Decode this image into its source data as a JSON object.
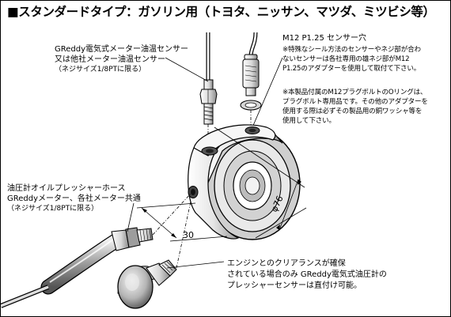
{
  "title": "■スタンダードタイプ：ガソリン用（トヨタ、ニッサン、マツダ、ミツビシ等）",
  "oil_temp_sensor": {
    "line1": "GReddy電気式メーター油温センサー",
    "line2": "又は他社メーター油温センサー",
    "line3": "（ネジサイズ1/8PTに限る）"
  },
  "sensor_hole": {
    "heading": "M12 P1.25 センサー穴",
    "lines": [
      "※特殊なシール方法のセンサーやネジ部が合わ",
      "ないセンサーは各社専用の雄ネジ部がM12",
      "P1.25のアダプターを使用して取付て下さい。"
    ]
  },
  "plug_note": {
    "lines": [
      "※本製品付属のM12プラグボルトのOリングは、",
      "プラグボルト専用品です。その他のアダプターを",
      "使用する際は必ずその製品用の銅ワッシャ等を",
      "使用して下さい。"
    ]
  },
  "pressure_hose": {
    "line1": "油圧計オイルプレッシャーホース",
    "line2": "GReddyメーター、各社メーター共通",
    "line3": "（ネジサイズ1/8PTに限る）"
  },
  "clearance_note": {
    "line1": "エンジンとのクリアランスが確保",
    "line2": "されている場合のみ GReddy電気式油圧計の",
    "line3": "プレッシャーセンサーは直付け可能。"
  },
  "dimensions": {
    "diameter": "φ76",
    "thickness": "30"
  },
  "colors": {
    "ink": "#000000",
    "metal_light": "#f2f2f2",
    "metal_mid": "#bdbdbd",
    "metal_dark": "#6a6a6a",
    "background": "#ffffff"
  }
}
